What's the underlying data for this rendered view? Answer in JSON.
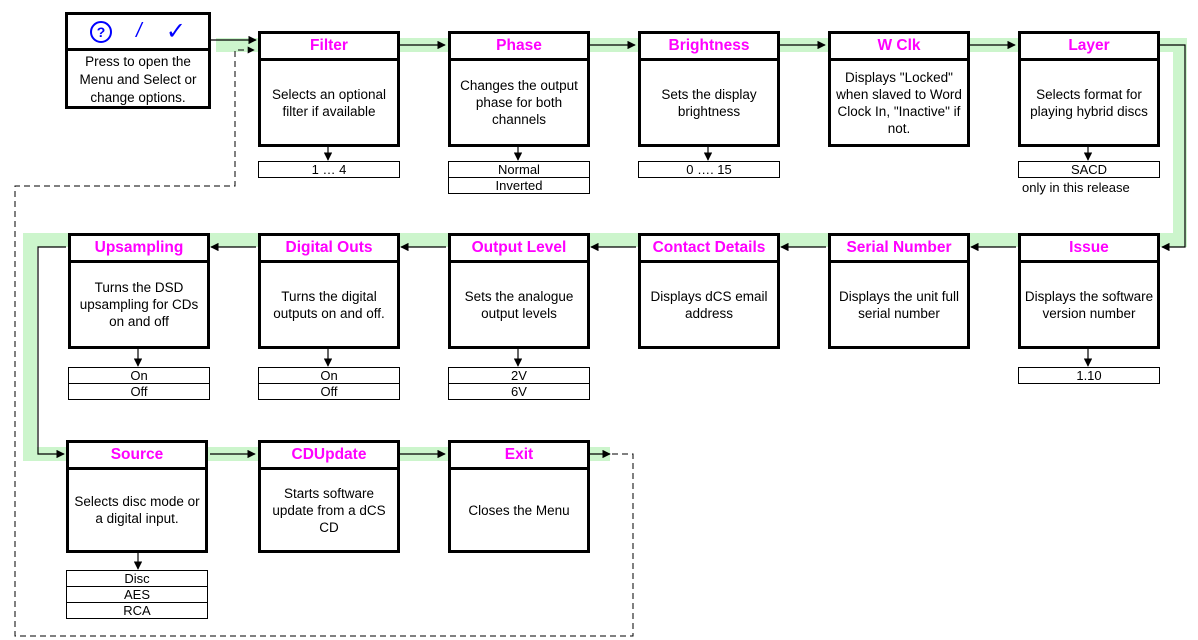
{
  "keys": {
    "help_icon": "?",
    "slash": "/",
    "tick": "✓",
    "description": "Press to open the Menu and Select or change options."
  },
  "items": [
    {
      "id": "filter",
      "title": "Filter",
      "description": "Selects an optional filter if available",
      "options": [
        "1 … 4"
      ]
    },
    {
      "id": "phase",
      "title": "Phase",
      "description": "Changes the output phase for both channels",
      "options": [
        "Normal",
        "Inverted"
      ]
    },
    {
      "id": "brightness",
      "title": "Brightness",
      "description": "Sets the display brightness",
      "options": [
        "0 …. 15"
      ]
    },
    {
      "id": "wclk",
      "title": "W Clk",
      "description": "Displays \"Locked\" when slaved to Word Clock In, \"Inactive\" if not.",
      "options": []
    },
    {
      "id": "layer",
      "title": "Layer",
      "description": "Selects format for playing hybrid discs",
      "options": [
        "SACD"
      ],
      "note": "only in this release"
    },
    {
      "id": "issue",
      "title": "Issue",
      "description": "Displays the software version number",
      "options": [
        "1.10"
      ]
    },
    {
      "id": "serial",
      "title": "Serial Number",
      "description": "Displays the unit full serial number",
      "options": []
    },
    {
      "id": "contact",
      "title": "Contact Details",
      "description": "Displays dCS email address",
      "options": []
    },
    {
      "id": "output-level",
      "title": "Output Level",
      "description": "Sets the analogue output levels",
      "options": [
        "2V",
        "6V"
      ]
    },
    {
      "id": "digital-outs",
      "title": "Digital Outs",
      "description": "Turns the digital outputs on and off.",
      "options": [
        "On",
        "Off"
      ]
    },
    {
      "id": "upsampling",
      "title": "Upsampling",
      "description": "Turns the DSD upsampling for CDs on and off",
      "options": [
        "On",
        "Off"
      ]
    },
    {
      "id": "source",
      "title": "Source",
      "description": "Selects disc mode or a digital input.",
      "options": [
        "Disc",
        "AES",
        "RCA"
      ]
    },
    {
      "id": "cdupdate",
      "title": "CDUpdate",
      "description": "Starts software update from a dCS CD",
      "options": []
    },
    {
      "id": "exit",
      "title": "Exit",
      "description": "Closes the Menu",
      "options": []
    }
  ]
}
